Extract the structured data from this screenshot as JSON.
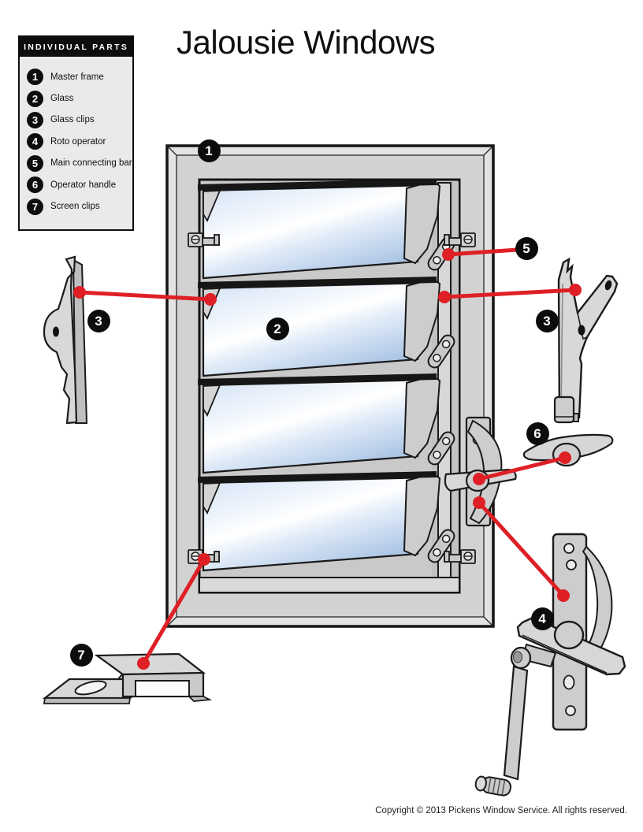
{
  "title": "Jalousie Windows",
  "legend": {
    "header": "INDIVIDUAL PARTS",
    "items": [
      {
        "num": "1",
        "label": "Master frame"
      },
      {
        "num": "2",
        "label": "Glass"
      },
      {
        "num": "3",
        "label": "Glass clips"
      },
      {
        "num": "4",
        "label": "Roto operator"
      },
      {
        "num": "5",
        "label": "Main connecting bar"
      },
      {
        "num": "6",
        "label": "Operator handle"
      },
      {
        "num": "7",
        "label": "Screen clips"
      }
    ]
  },
  "callouts": [
    {
      "id": "master-frame",
      "num": "1"
    },
    {
      "id": "glass",
      "num": "2"
    },
    {
      "id": "glass-clip-left",
      "num": "3"
    },
    {
      "id": "glass-clip-right",
      "num": "3"
    },
    {
      "id": "roto-operator",
      "num": "4"
    },
    {
      "id": "main-connecting-bar",
      "num": "5"
    },
    {
      "id": "operator-handle",
      "num": "6"
    },
    {
      "id": "screen-clip",
      "num": "7"
    }
  ],
  "footer": {
    "copyright": "Copyright © 2013 Pickens Window Service. All rights reserved."
  },
  "colors": {
    "callout_red": "#df1f26",
    "frame_gray": "#d2d2d2",
    "glass_blue": "#a3bfe2",
    "outline_black": "#1a1a1a",
    "legend_bg": "#eaeaea"
  }
}
